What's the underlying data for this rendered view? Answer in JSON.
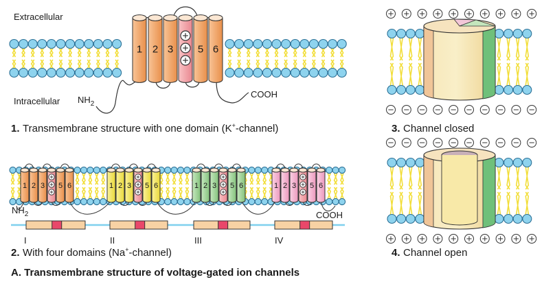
{
  "labels": {
    "extracellular": "Extracellular",
    "intracellular": "Intracellular",
    "nh2": "NH",
    "nh2_sub": "2",
    "cooh": "COOH",
    "caption1_num": "1.",
    "caption1_text": "Transmembrane structure with one domain (K",
    "caption1_tail": "-channel)",
    "caption2_num": "2.",
    "caption2_text": "With four domains   (Na",
    "caption2_tail": "-channel)",
    "caption3_num": "3.",
    "caption3_text": "Channel closed",
    "caption4_num": "4.",
    "caption4_text": "Channel open",
    "figure_title": "A. Transmembrane structure of voltage-gated ion channels",
    "domain_I": "I",
    "domain_II": "II",
    "domain_III": "III",
    "domain_IV": "IV",
    "plus": "+",
    "minus": "−"
  },
  "segments": [
    "1",
    "2",
    "3",
    "",
    "5",
    "6"
  ],
  "colors": {
    "membrane_head": "#8ed3ee",
    "membrane_tail": "#f2de3a",
    "orange": "#f4b07a",
    "yellow": "#f7ec6e",
    "green": "#a9d9a2",
    "pink": "#f5bcd6",
    "s4_red": "#f4a3a8",
    "bar_fill": "#f8d2a4",
    "bar_red": "#e9476a",
    "baseline": "#7fd0ee",
    "outline": "#333333"
  },
  "icons": [
    "plus-circle-icon",
    "minus-circle-icon"
  ]
}
